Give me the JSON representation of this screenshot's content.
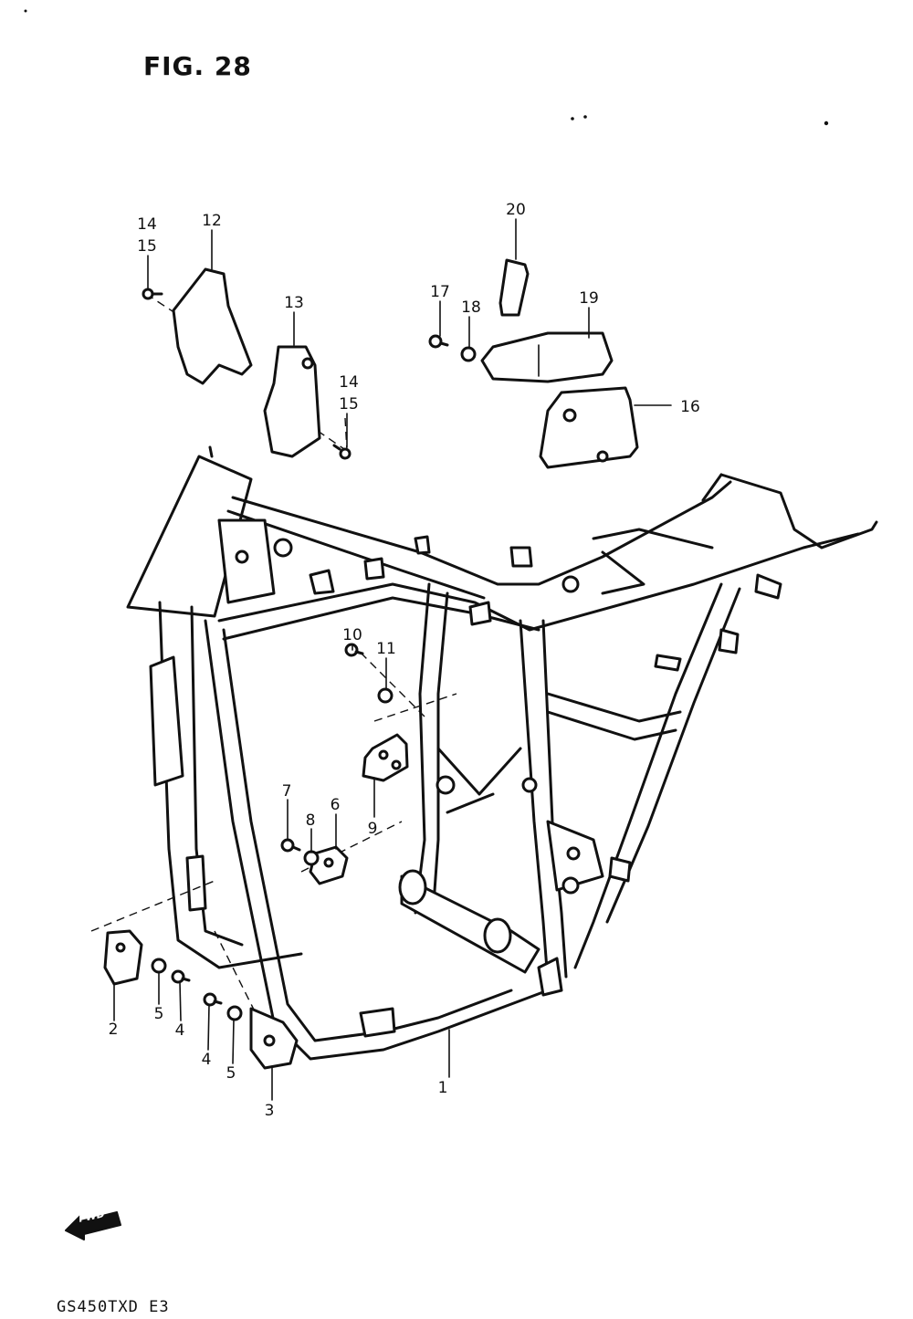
{
  "figure": {
    "title": "FIG. 28",
    "model_code": "GS450TXD  E3",
    "direction_badge": "FWD",
    "icons": [
      "fwd-arrow-icon"
    ]
  },
  "callouts": [
    {
      "id": "c1",
      "label": "1"
    },
    {
      "id": "c2",
      "label": "2"
    },
    {
      "id": "c3",
      "label": "3"
    },
    {
      "id": "c4a",
      "label": "4"
    },
    {
      "id": "c4b",
      "label": "4"
    },
    {
      "id": "c5a",
      "label": "5"
    },
    {
      "id": "c5b",
      "label": "5"
    },
    {
      "id": "c6",
      "label": "6"
    },
    {
      "id": "c7",
      "label": "7"
    },
    {
      "id": "c8",
      "label": "8"
    },
    {
      "id": "c9",
      "label": "9"
    },
    {
      "id": "c10",
      "label": "10"
    },
    {
      "id": "c11",
      "label": "11"
    },
    {
      "id": "c12",
      "label": "12"
    },
    {
      "id": "c13",
      "label": "13"
    },
    {
      "id": "c14a",
      "label": "14"
    },
    {
      "id": "c15a",
      "label": "15"
    },
    {
      "id": "c14b",
      "label": "14"
    },
    {
      "id": "c15b",
      "label": "15"
    },
    {
      "id": "c16",
      "label": "16"
    },
    {
      "id": "c17",
      "label": "17"
    },
    {
      "id": "c18",
      "label": "18"
    },
    {
      "id": "c19",
      "label": "19"
    },
    {
      "id": "c20",
      "label": "20"
    }
  ]
}
